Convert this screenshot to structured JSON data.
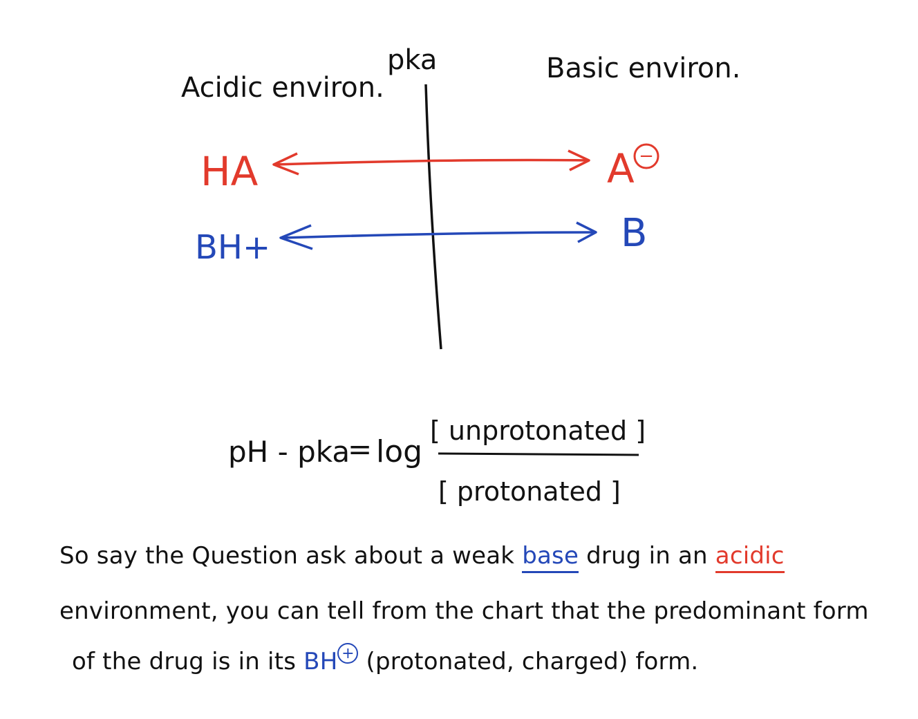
{
  "labels": {
    "pka": "pka",
    "acidic": "Acidic environ.",
    "basic": "Basic environ."
  },
  "species": {
    "ha": "HA",
    "a_minus": "A",
    "a_charge": "−",
    "bh_plus": "BH+",
    "b": "B"
  },
  "equation": {
    "lhs": "pH - pka",
    "equals": "=",
    "log": "log",
    "numerator": "[ unprotonated ]",
    "denominator": "[ protonated ]"
  },
  "note": {
    "line1_a": "So say the Question ask about a weak",
    "line1_base": "base",
    "line1_b": "drug in an",
    "line1_acidic": "acidic",
    "line2": "environment, you can tell from the chart that the predominant form",
    "line3_a": "of the drug is in its",
    "line3_bh": "BH",
    "line3_plus": "+",
    "line3_b": "(protonated, charged) form."
  },
  "colors": {
    "ink": "#111111",
    "red": "#e23a2c",
    "blue": "#2448b8"
  }
}
